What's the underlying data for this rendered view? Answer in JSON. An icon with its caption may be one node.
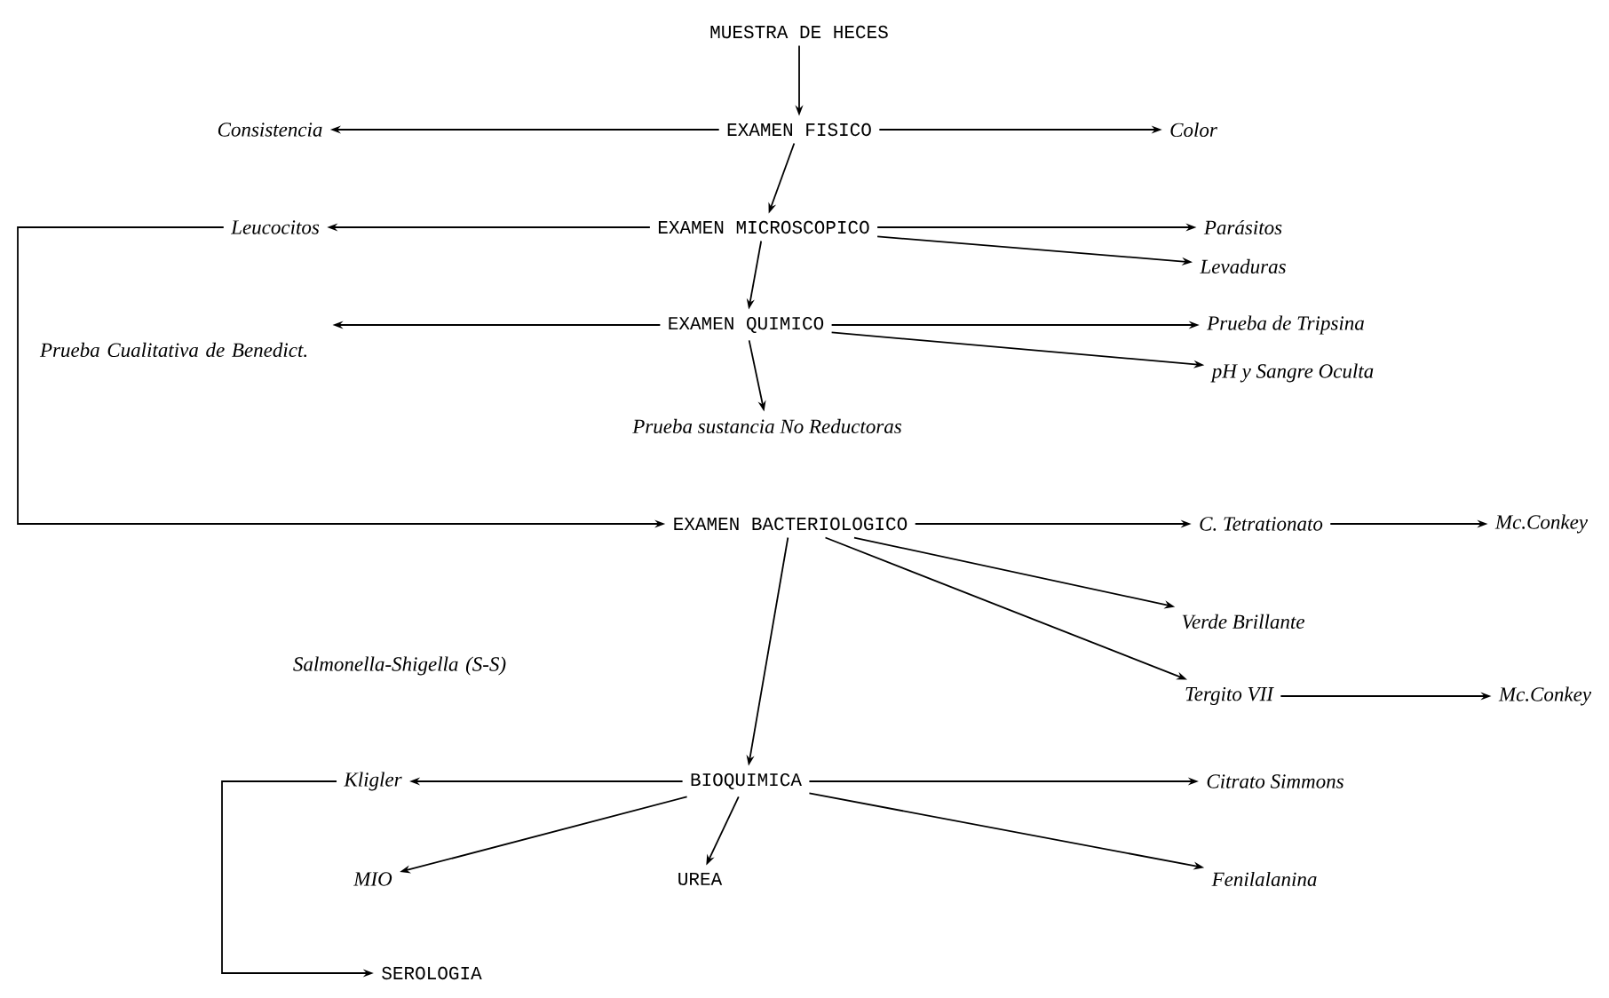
{
  "diagram": {
    "nodes": [
      {
        "text": [
          "MUESTRA DE HECES"
        ]
      },
      {
        "text": [
          "Consistencia"
        ]
      },
      {
        "text": [
          "EXAMEN FISICO"
        ]
      },
      {
        "text": [
          "Color"
        ]
      },
      {
        "text": [
          "Leucocitos"
        ]
      },
      {
        "text": [
          "EXAMEN MICROSCOPICO"
        ]
      },
      {
        "text": [
          "Parásitos"
        ]
      },
      {
        "text": [
          "Levaduras"
        ]
      },
      {
        "text": [
          "Prueba Cualitativa de Benedict."
        ]
      },
      {
        "text": [
          "EXAMEN QUIMICO"
        ]
      },
      {
        "text": [
          "Prueba de Tripsina"
        ]
      },
      {
        "text": [
          "pH y Sangre Oculta"
        ]
      },
      {
        "text": [
          "Prueba sustancia No Reductoras"
        ]
      },
      {
        "text": [
          "EXAMEN BACTERIOLOGICO"
        ]
      },
      {
        "text": [
          "C. Tetrationato"
        ]
      },
      {
        "text": [
          "Mc.Conkey"
        ]
      },
      {
        "text": [
          "Verde Brillante"
        ]
      },
      {
        "text": [
          "Tergito VII"
        ]
      },
      {
        "text": [
          "Mc.Conkey"
        ]
      },
      {
        "text": [
          "Kligler"
        ]
      },
      {
        "text": [
          "BIOQUIMICA"
        ]
      },
      {
        "text": [
          "Citrato Simmons"
        ]
      },
      {
        "text": [
          "MIO"
        ]
      },
      {
        "text": [
          "UREA"
        ]
      },
      {
        "text": [
          "Fenilalanina"
        ]
      },
      {
        "text": [
          "SEROLOGIA"
        ]
      }
    ],
    "edges": [
      {
        "from": 0,
        "to": 2,
        "arrow": "to"
      },
      {
        "from": 2,
        "to": 1,
        "arrow": "to"
      },
      {
        "from": 2,
        "to": 3,
        "arrow": "to"
      },
      {
        "from": 2,
        "to": 5,
        "arrow": "to"
      },
      {
        "from": 5,
        "to": 4,
        "arrow": "to"
      },
      {
        "from": 5,
        "to": 6,
        "arrow": "to"
      },
      {
        "from": 5,
        "to": 7,
        "arrow": "to"
      },
      {
        "from": 5,
        "to": 9,
        "arrow": "to"
      },
      {
        "from": 9,
        "to": 8,
        "arrow": "to"
      },
      {
        "from": 9,
        "to": 10,
        "arrow": "to"
      },
      {
        "from": 9,
        "to": 11,
        "arrow": "to"
      },
      {
        "from": 9,
        "to": 12,
        "arrow": "to"
      },
      {
        "from": 4,
        "to": 13,
        "arrow": "to"
      },
      {
        "from": 13,
        "to": 14,
        "arrow": "to"
      },
      {
        "from": 14,
        "to": 15,
        "arrow": "to"
      },
      {
        "from": 13,
        "to": 16,
        "arrow": "to"
      },
      {
        "from": 13,
        "to": 17,
        "arrow": "to"
      },
      {
        "from": 17,
        "to": 18,
        "arrow": "to"
      },
      {
        "from": 13,
        "to": 20,
        "arrow": "to"
      },
      {
        "from": 20,
        "to": 19,
        "arrow": "to"
      },
      {
        "from": 20,
        "to": 21,
        "arrow": "to"
      },
      {
        "from": 20,
        "to": 22,
        "arrow": "to"
      },
      {
        "from": 20,
        "to": 23,
        "arrow": "to"
      },
      {
        "from": 20,
        "to": 24,
        "arrow": "to"
      },
      {
        "from": 19,
        "to": 25,
        "arrow": "to"
      }
    ],
    "labels": [
      "Salmonella-Shigella (S-S)"
    ]
  }
}
